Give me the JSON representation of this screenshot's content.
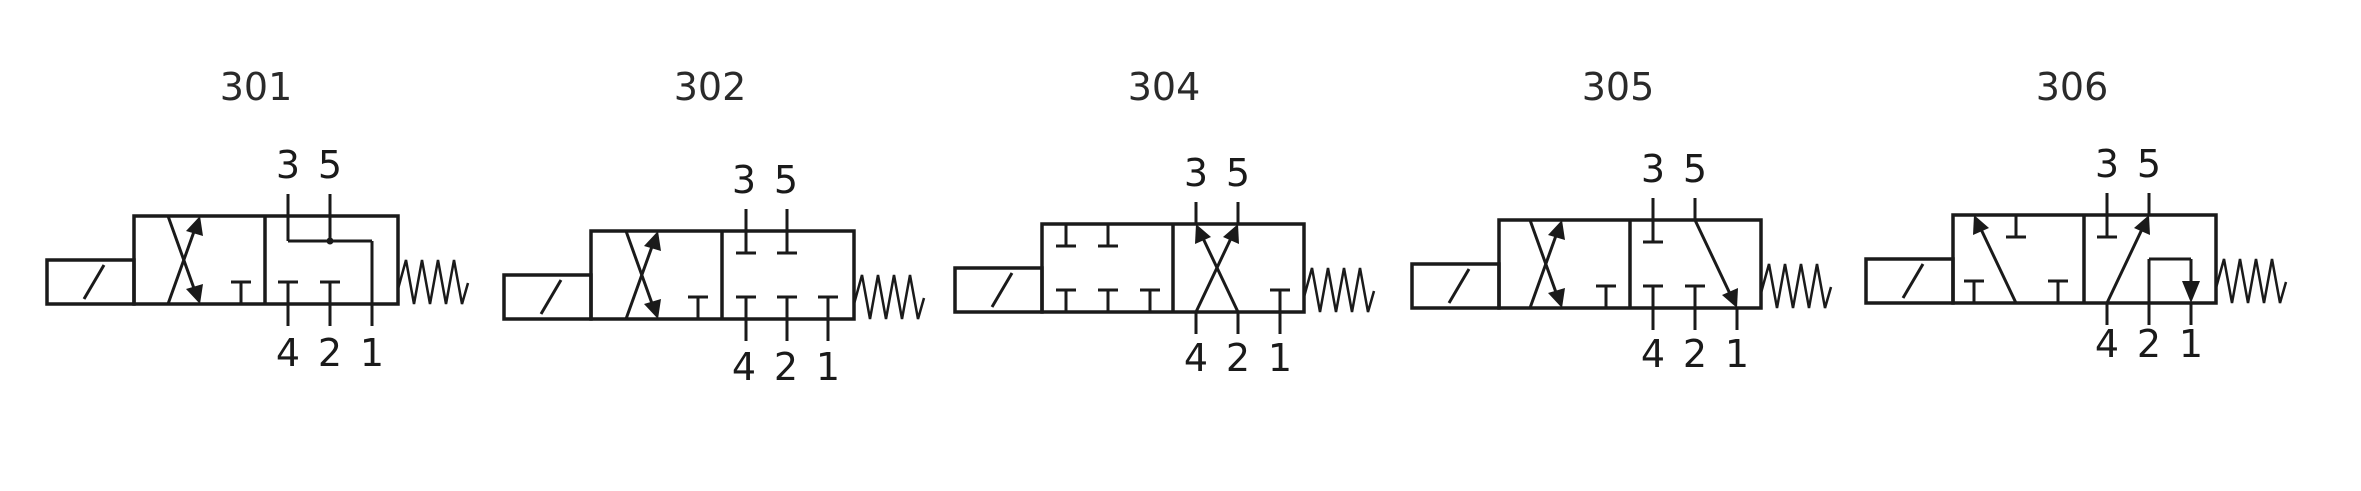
{
  "valves": [
    {
      "title": "301",
      "ports_top": [
        "3",
        "5"
      ],
      "ports_bottom": [
        "4",
        "2",
        "1"
      ]
    },
    {
      "title": "302",
      "ports_top": [
        "3",
        "5"
      ],
      "ports_bottom": [
        "4",
        "2",
        "1"
      ]
    },
    {
      "title": "304",
      "ports_top": [
        "3",
        "5"
      ],
      "ports_bottom": [
        "4",
        "2",
        "1"
      ]
    },
    {
      "title": "305",
      "ports_top": [
        "3",
        "5"
      ],
      "ports_bottom": [
        "4",
        "2",
        "1"
      ]
    },
    {
      "title": "306",
      "ports_top": [
        "3",
        "5"
      ],
      "ports_bottom": [
        "4",
        "2",
        "1"
      ]
    }
  ]
}
